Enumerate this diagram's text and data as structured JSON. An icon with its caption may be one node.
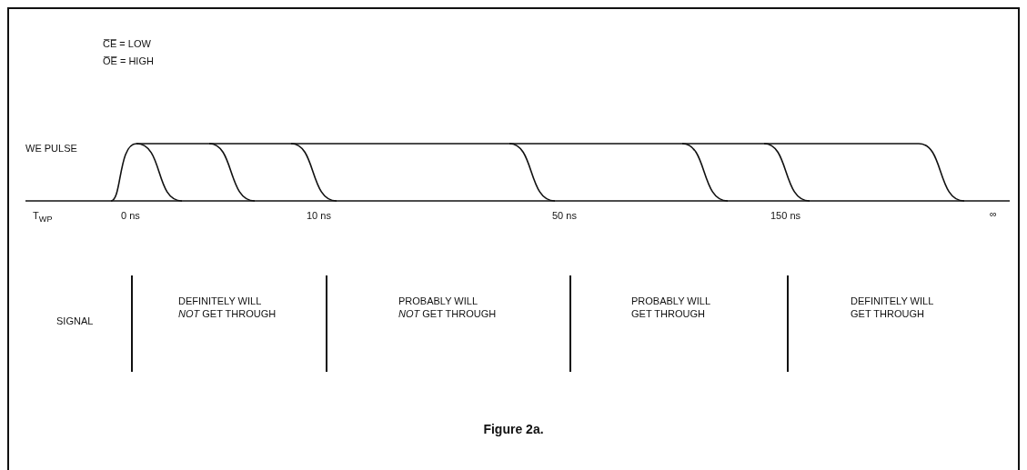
{
  "diagram": {
    "caption": "Figure 2a.",
    "labels": [
      "C̅E̅ = LOW",
      "O̅E̅ = HIGH",
      "WE PULSE",
      "T$_{WP}$",
      "0 ns",
      "10 ns",
      "50 ns",
      "150 ns",
      "∞",
      "SIGNAL",
      "DEFINITELY WILL *NOT* GET THROUGH",
      "PROBABLY WILL *NOT* GET THROUGH",
      "PROBABLY WILL GET THROUGH",
      "DEFINITELY WILL GET THROUGH"
    ]
  }
}
